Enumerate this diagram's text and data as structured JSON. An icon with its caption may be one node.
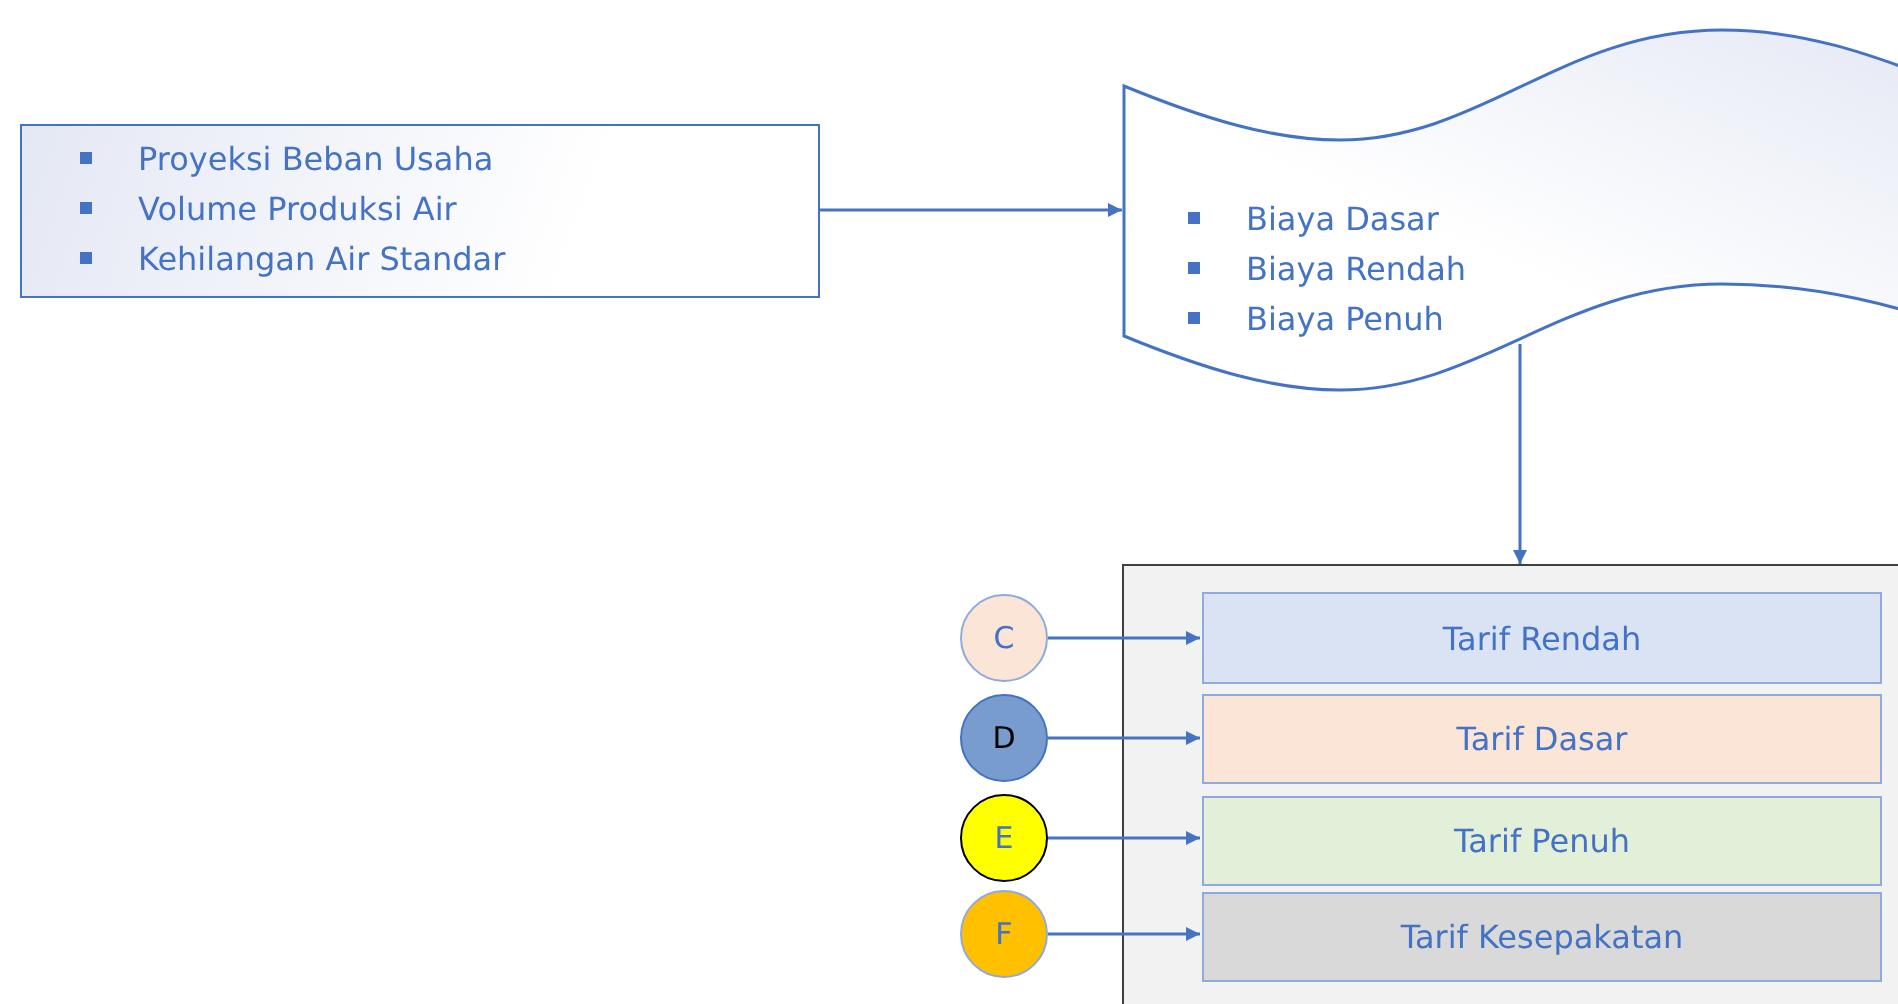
{
  "diagram": {
    "nodes": [
      {
        "text": [
          "Proyeksi Beban Usaha",
          "Volume Produksi Air",
          "Kehilangan Air Standar"
        ]
      },
      {
        "text": [
          "Biaya Dasar",
          "Biaya Rendah",
          "Biaya Penuh"
        ]
      },
      {
        "text": [],
        "shape": "box"
      },
      {
        "text": [
          "Tarif Rendah"
        ],
        "in": 2
      },
      {
        "text": [
          "Tarif Dasar"
        ],
        "in": 2
      },
      {
        "text": [
          "Tarif Penuh"
        ],
        "in": 2
      },
      {
        "text": [
          "Tarif Kesepakatan"
        ],
        "in": 2
      },
      {
        "text": [
          "C"
        ]
      },
      {
        "text": [
          "D"
        ]
      },
      {
        "text": [
          "E"
        ]
      },
      {
        "text": [
          "F"
        ]
      }
    ],
    "edges": [
      {
        "from": 0,
        "to": 1,
        "arrow": "to"
      },
      {
        "from": 1,
        "to": 2,
        "arrow": "to"
      },
      {
        "from": 7,
        "to": 3,
        "arrow": "to"
      },
      {
        "from": 8,
        "to": 4,
        "arrow": "to"
      },
      {
        "from": 9,
        "to": 5,
        "arrow": "to"
      },
      {
        "from": 10,
        "to": 6,
        "arrow": "to"
      }
    ]
  }
}
